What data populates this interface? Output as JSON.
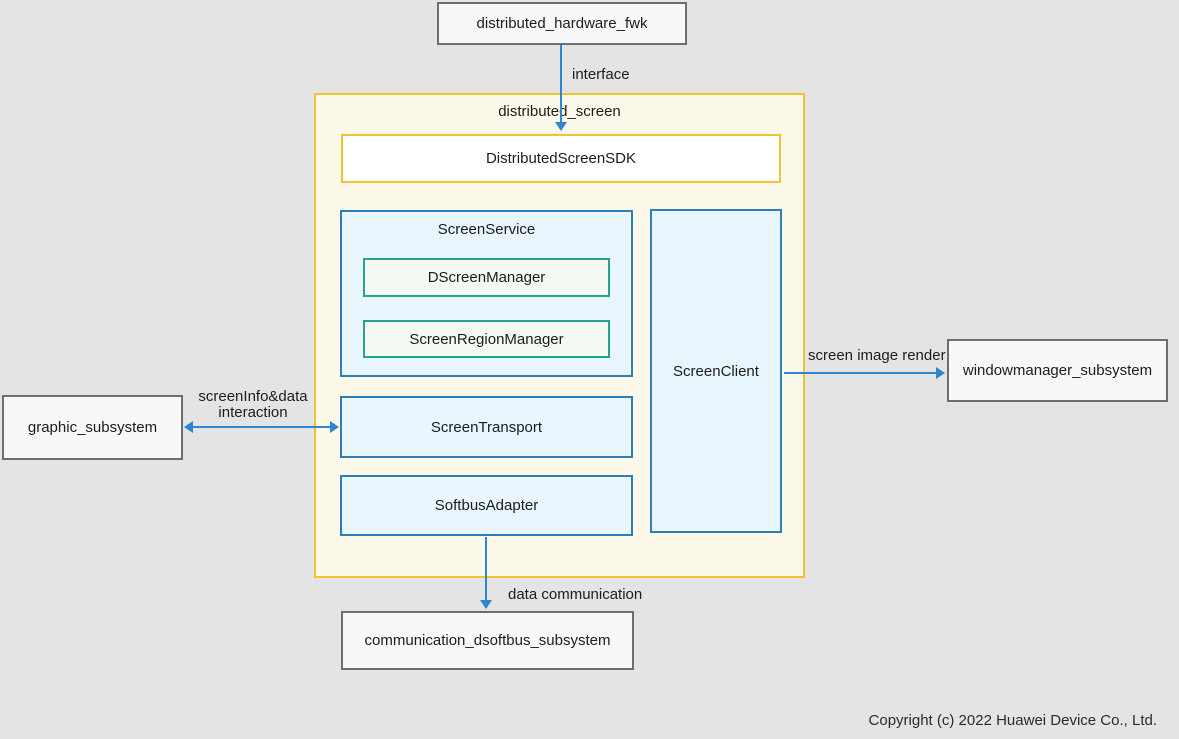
{
  "nodes": {
    "distributed_hardware_fwk": {
      "label": "distributed_hardware_fwk"
    },
    "distributed_screen": {
      "label": "distributed_screen"
    },
    "distributed_screen_sdk": {
      "label": "DistributedScreenSDK"
    },
    "screen_service": {
      "label": "ScreenService"
    },
    "dscreen_manager": {
      "label": "DScreenManager"
    },
    "screen_region_manager": {
      "label": "ScreenRegionManager"
    },
    "screen_transport": {
      "label": "ScreenTransport"
    },
    "softbus_adapter": {
      "label": "SoftbusAdapter"
    },
    "screen_client": {
      "label": "ScreenClient"
    },
    "graphic_subsystem": {
      "label": "graphic_subsystem"
    },
    "windowmanager_subsystem": {
      "label": "windowmanager_subsystem"
    },
    "communication_dsoftbus_subsystem": {
      "label": "communication_dsoftbus_subsystem"
    }
  },
  "edges": {
    "interface": {
      "label": "interface",
      "from": "distributed_hardware_fwk",
      "to": "distributed_screen_sdk",
      "direction": "down"
    },
    "screeninfo_data_interaction": {
      "label": "screenInfo&data interaction",
      "from": "graphic_subsystem",
      "to": "screen_transport",
      "direction": "both"
    },
    "screen_image_render": {
      "label": "screen image render",
      "from": "screen_client",
      "to": "windowmanager_subsystem",
      "direction": "right"
    },
    "data_communication": {
      "label": "data communication",
      "from": "softbus_adapter",
      "to": "communication_dsoftbus_subsystem",
      "direction": "down"
    }
  },
  "footer": {
    "copyright": "Copyright (c) 2022 Huawei Device Co., Ltd."
  },
  "colors": {
    "page_bg": "#e4e4e4",
    "container_bg": "#fdf9ea",
    "container_border": "#f0c330",
    "blue_box_bg": "#e9f6fd",
    "blue_box_border": "#2e7fb8",
    "teal_box_bg": "#f4faf3",
    "teal_box_border": "#26a58c",
    "gray_box_bg": "#f8f8f8",
    "gray_box_border": "#6e6e6e",
    "arrow": "#2e86d1"
  }
}
